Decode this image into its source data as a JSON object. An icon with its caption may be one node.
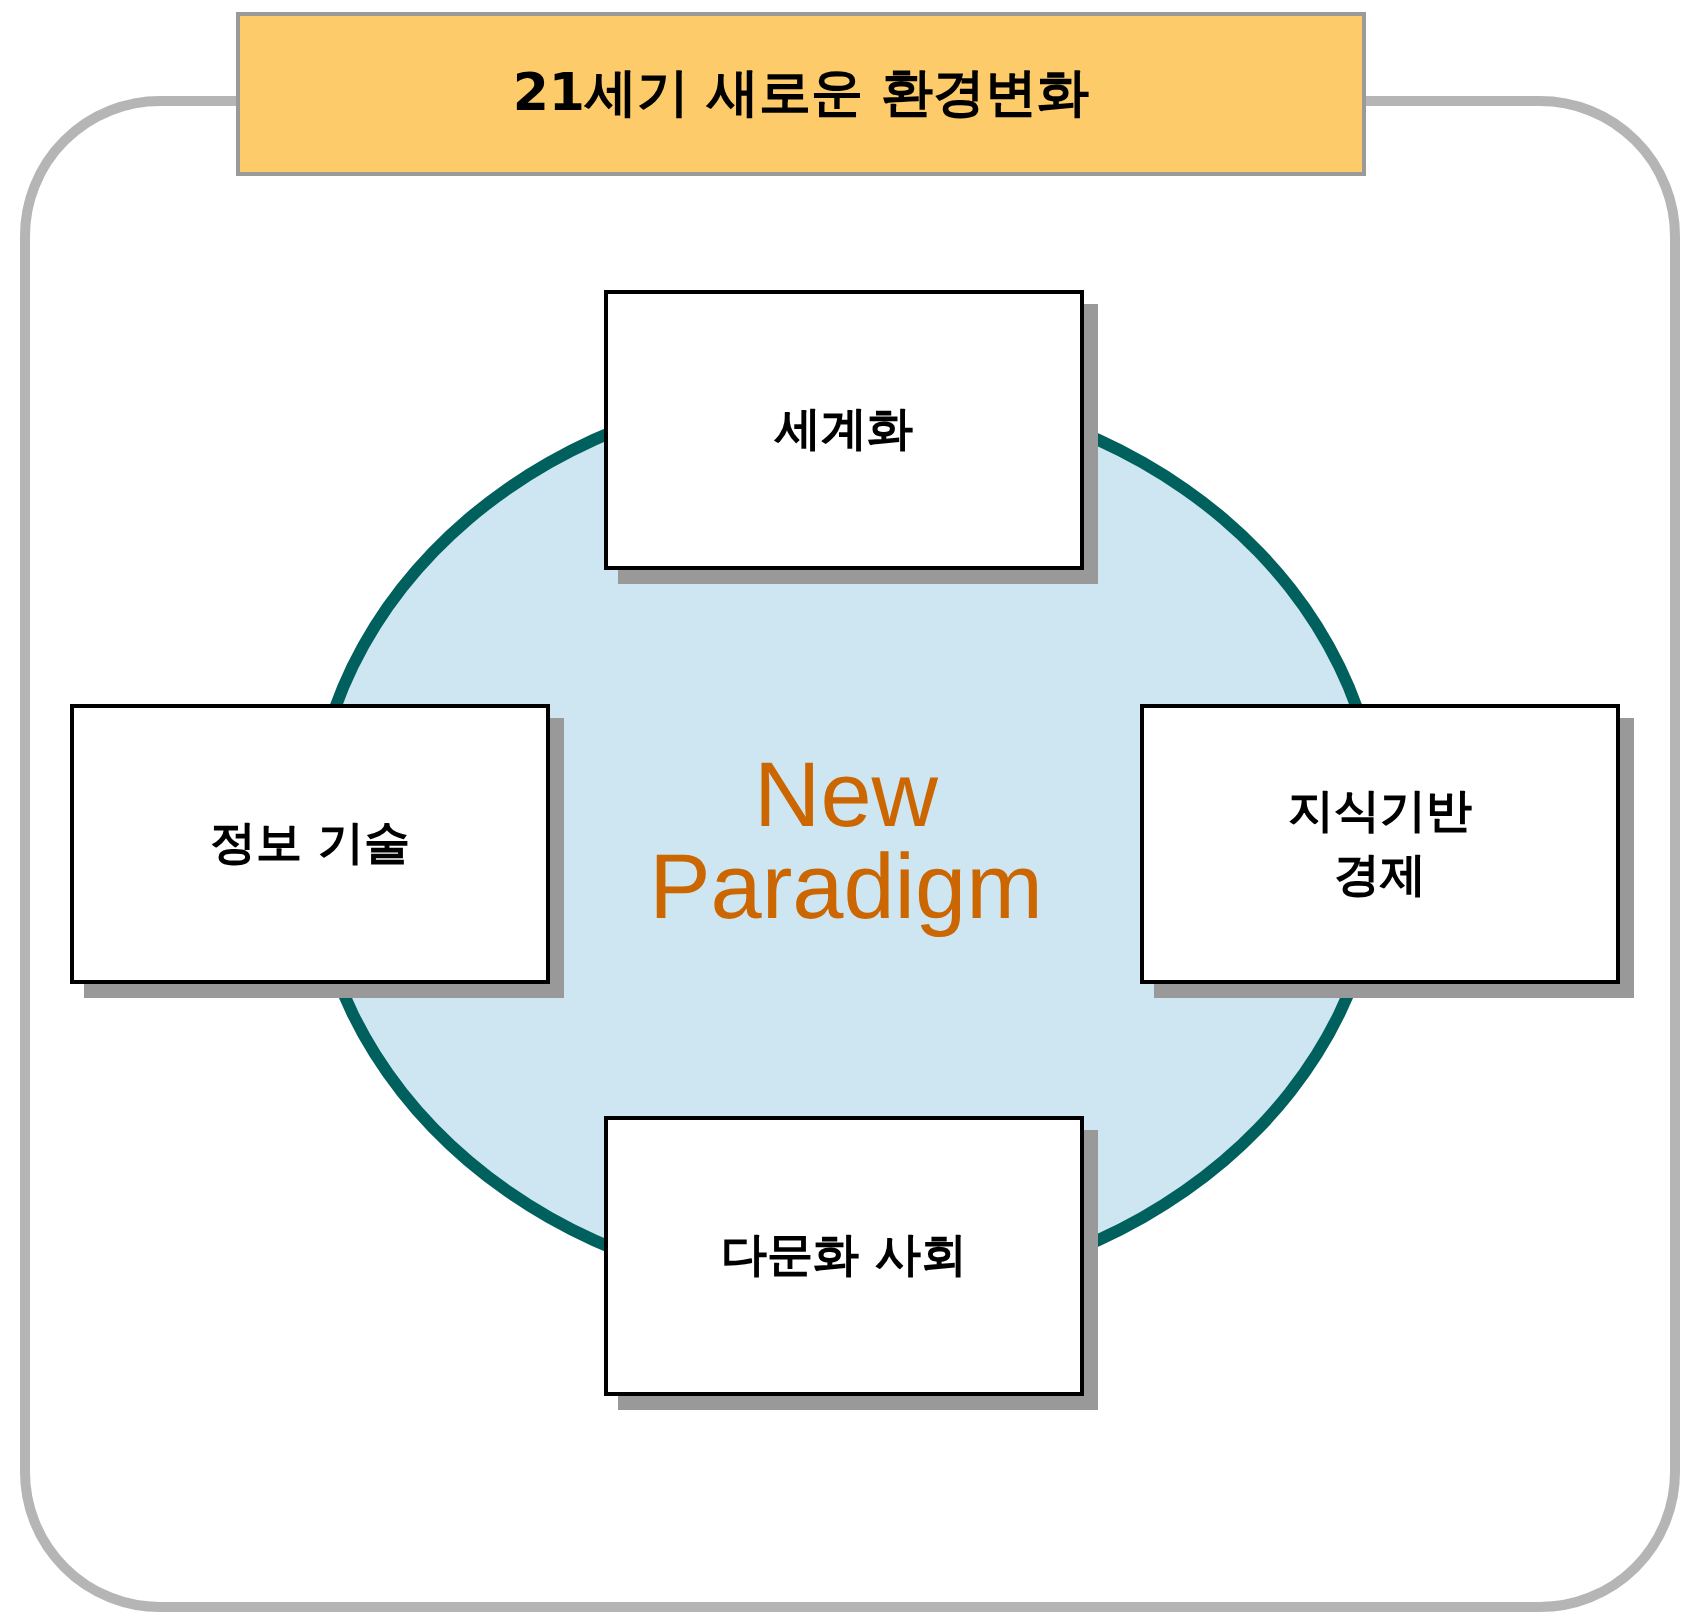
{
  "diagram": {
    "nodes": [
      {
        "text": [
          "21세기 새로운 환경변화"
        ]
      },
      {
        "text": [],
        "shape": "box"
      },
      {
        "text": [
          "New Paradigm"
        ],
        "in": 1
      },
      {
        "text": [
          "세계화"
        ],
        "in": 1
      },
      {
        "text": [
          "정보 기술"
        ],
        "in": 1
      },
      {
        "text": [
          "지식기반 경제"
        ],
        "in": 1
      },
      {
        "text": [
          "다문화 사회"
        ],
        "in": 1
      }
    ]
  }
}
